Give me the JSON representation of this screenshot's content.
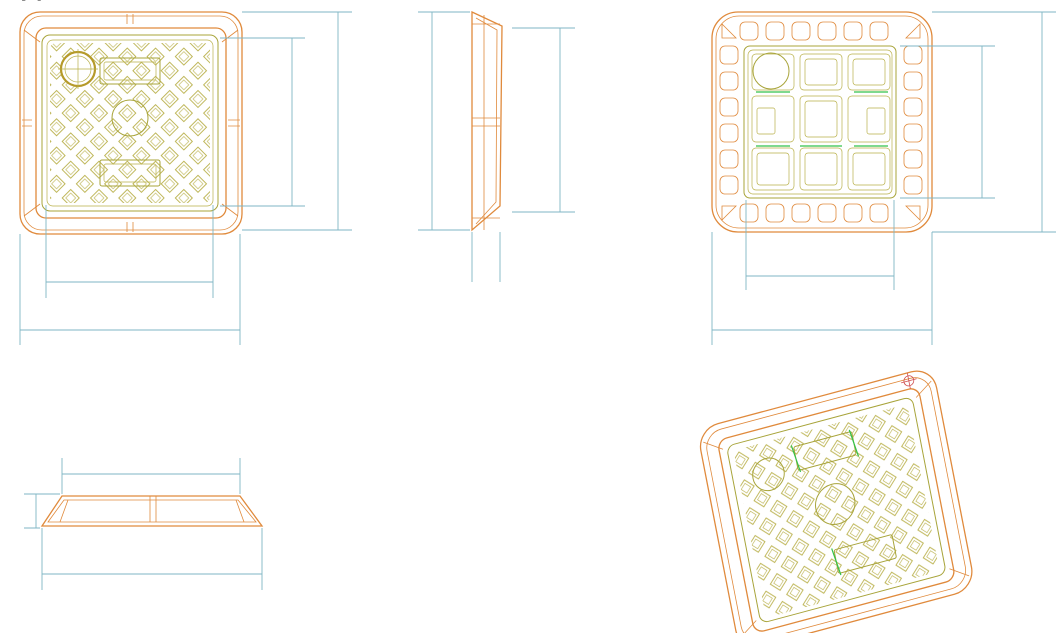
{
  "views": {
    "top_view": {
      "inner_width": "200",
      "outer_width": "260",
      "inner_height": "200",
      "outer_height": "260"
    },
    "side_view": {
      "height": "260",
      "inner_height": "216",
      "depth": "40"
    },
    "bottom_view": {
      "inner_height": "176",
      "outer_height": "260",
      "inner_width": "176",
      "outer_width": "260"
    },
    "front_view": {
      "top_width": "216",
      "depth": "40",
      "bottom_width": "260"
    },
    "isometric_view": {}
  },
  "colors": {
    "outline": "#e08a3c",
    "detail": "#a8a43a",
    "dimension": "#7fb6c4",
    "highlight": "#33c24a"
  }
}
